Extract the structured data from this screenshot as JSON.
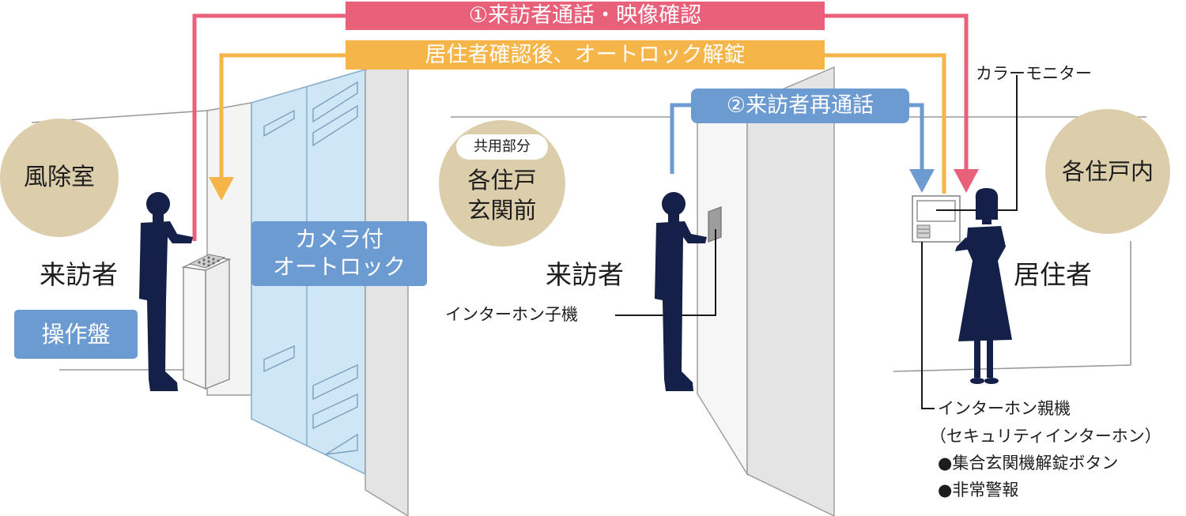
{
  "banners": {
    "call_video": "①来訪者通話・映像確認",
    "unlock": "居住者確認後、オートロック解錠",
    "recall": "②来訪者再通話"
  },
  "places": {
    "vestibule": "風除室",
    "common_tag": "共用部分",
    "entrance_line1": "各住戸",
    "entrance_line2": "玄関前",
    "inside": "各住戸内"
  },
  "people": {
    "visitor_left": "来訪者",
    "visitor_mid": "来訪者",
    "resident": "居住者"
  },
  "devices": {
    "panel": "操作盤",
    "autolock_line1": "カメラ付",
    "autolock_line2": "オートロック",
    "substation": "インターホン子機",
    "monitor": "カラーモニター",
    "master_line1": "インターホン親機",
    "master_line2": "（セキュリティインターホン）",
    "feature1": "●集合玄関機解錠ボタン",
    "feature2": "●非常警報"
  },
  "colors": {
    "red": "#e8607a",
    "orange": "#f5b548",
    "blue": "#6b9bd0",
    "navy": "#142047",
    "beige": "#dccdab",
    "glass": "#cfe6f6"
  }
}
